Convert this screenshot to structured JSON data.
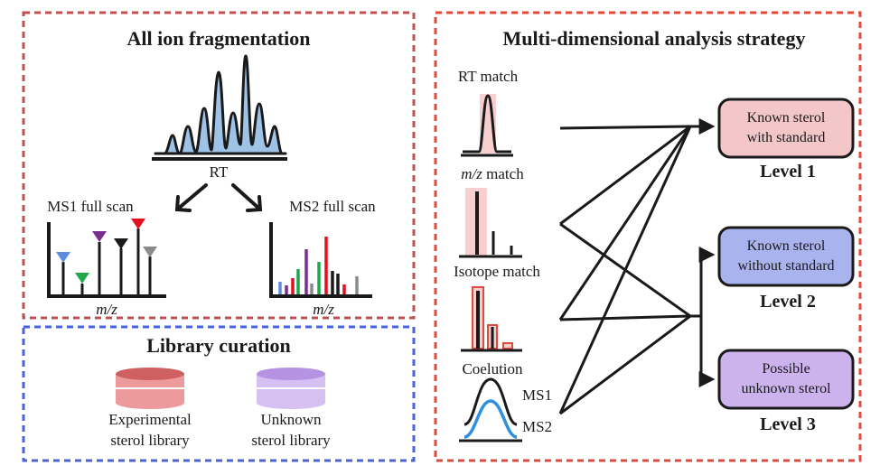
{
  "panels": {
    "aif": {
      "title": "All ion fragmentation",
      "rt_label": "RT",
      "ms1_title": "MS1 full scan",
      "ms2_title": "MS2 full scan",
      "ms1_axis": "m/z",
      "ms2_axis": "m/z"
    },
    "library": {
      "title": "Library curation",
      "db_experimental": {
        "line1": "Experimental",
        "line2": "sterol library",
        "color": "#e8868a"
      },
      "db_unknown": {
        "line1": "Unknown",
        "line2": "sterol library",
        "color": "#c6a9ea"
      }
    },
    "strategy": {
      "title": "Multi-dimensional analysis strategy",
      "rt_match": "RT match",
      "mz_match_italic": "m/z",
      "mz_match_rest": " match",
      "isotope_match": "Isotope match",
      "coelution": "Coelution",
      "ms1": "MS1",
      "ms2": "MS2",
      "level1": {
        "line1": "Known sterol",
        "line2": "with standard",
        "label": "Level 1",
        "fill": "#f3c6c8"
      },
      "level2": {
        "line1": "Known sterol",
        "line2": "without standard",
        "label": "Level 2",
        "fill": "#a9b4ee"
      },
      "level3": {
        "line1": "Possible",
        "line2": "unknown sterol",
        "label": "Level 3",
        "fill": "#cdb3ee"
      }
    }
  },
  "colors": {
    "aif_border": "#c0504d",
    "library_border": "#4a63d8",
    "strategy_border": "#e04a3a",
    "chromatogram_fill": "#9ec3e6",
    "highlight_pink": "#f7cfcf"
  }
}
